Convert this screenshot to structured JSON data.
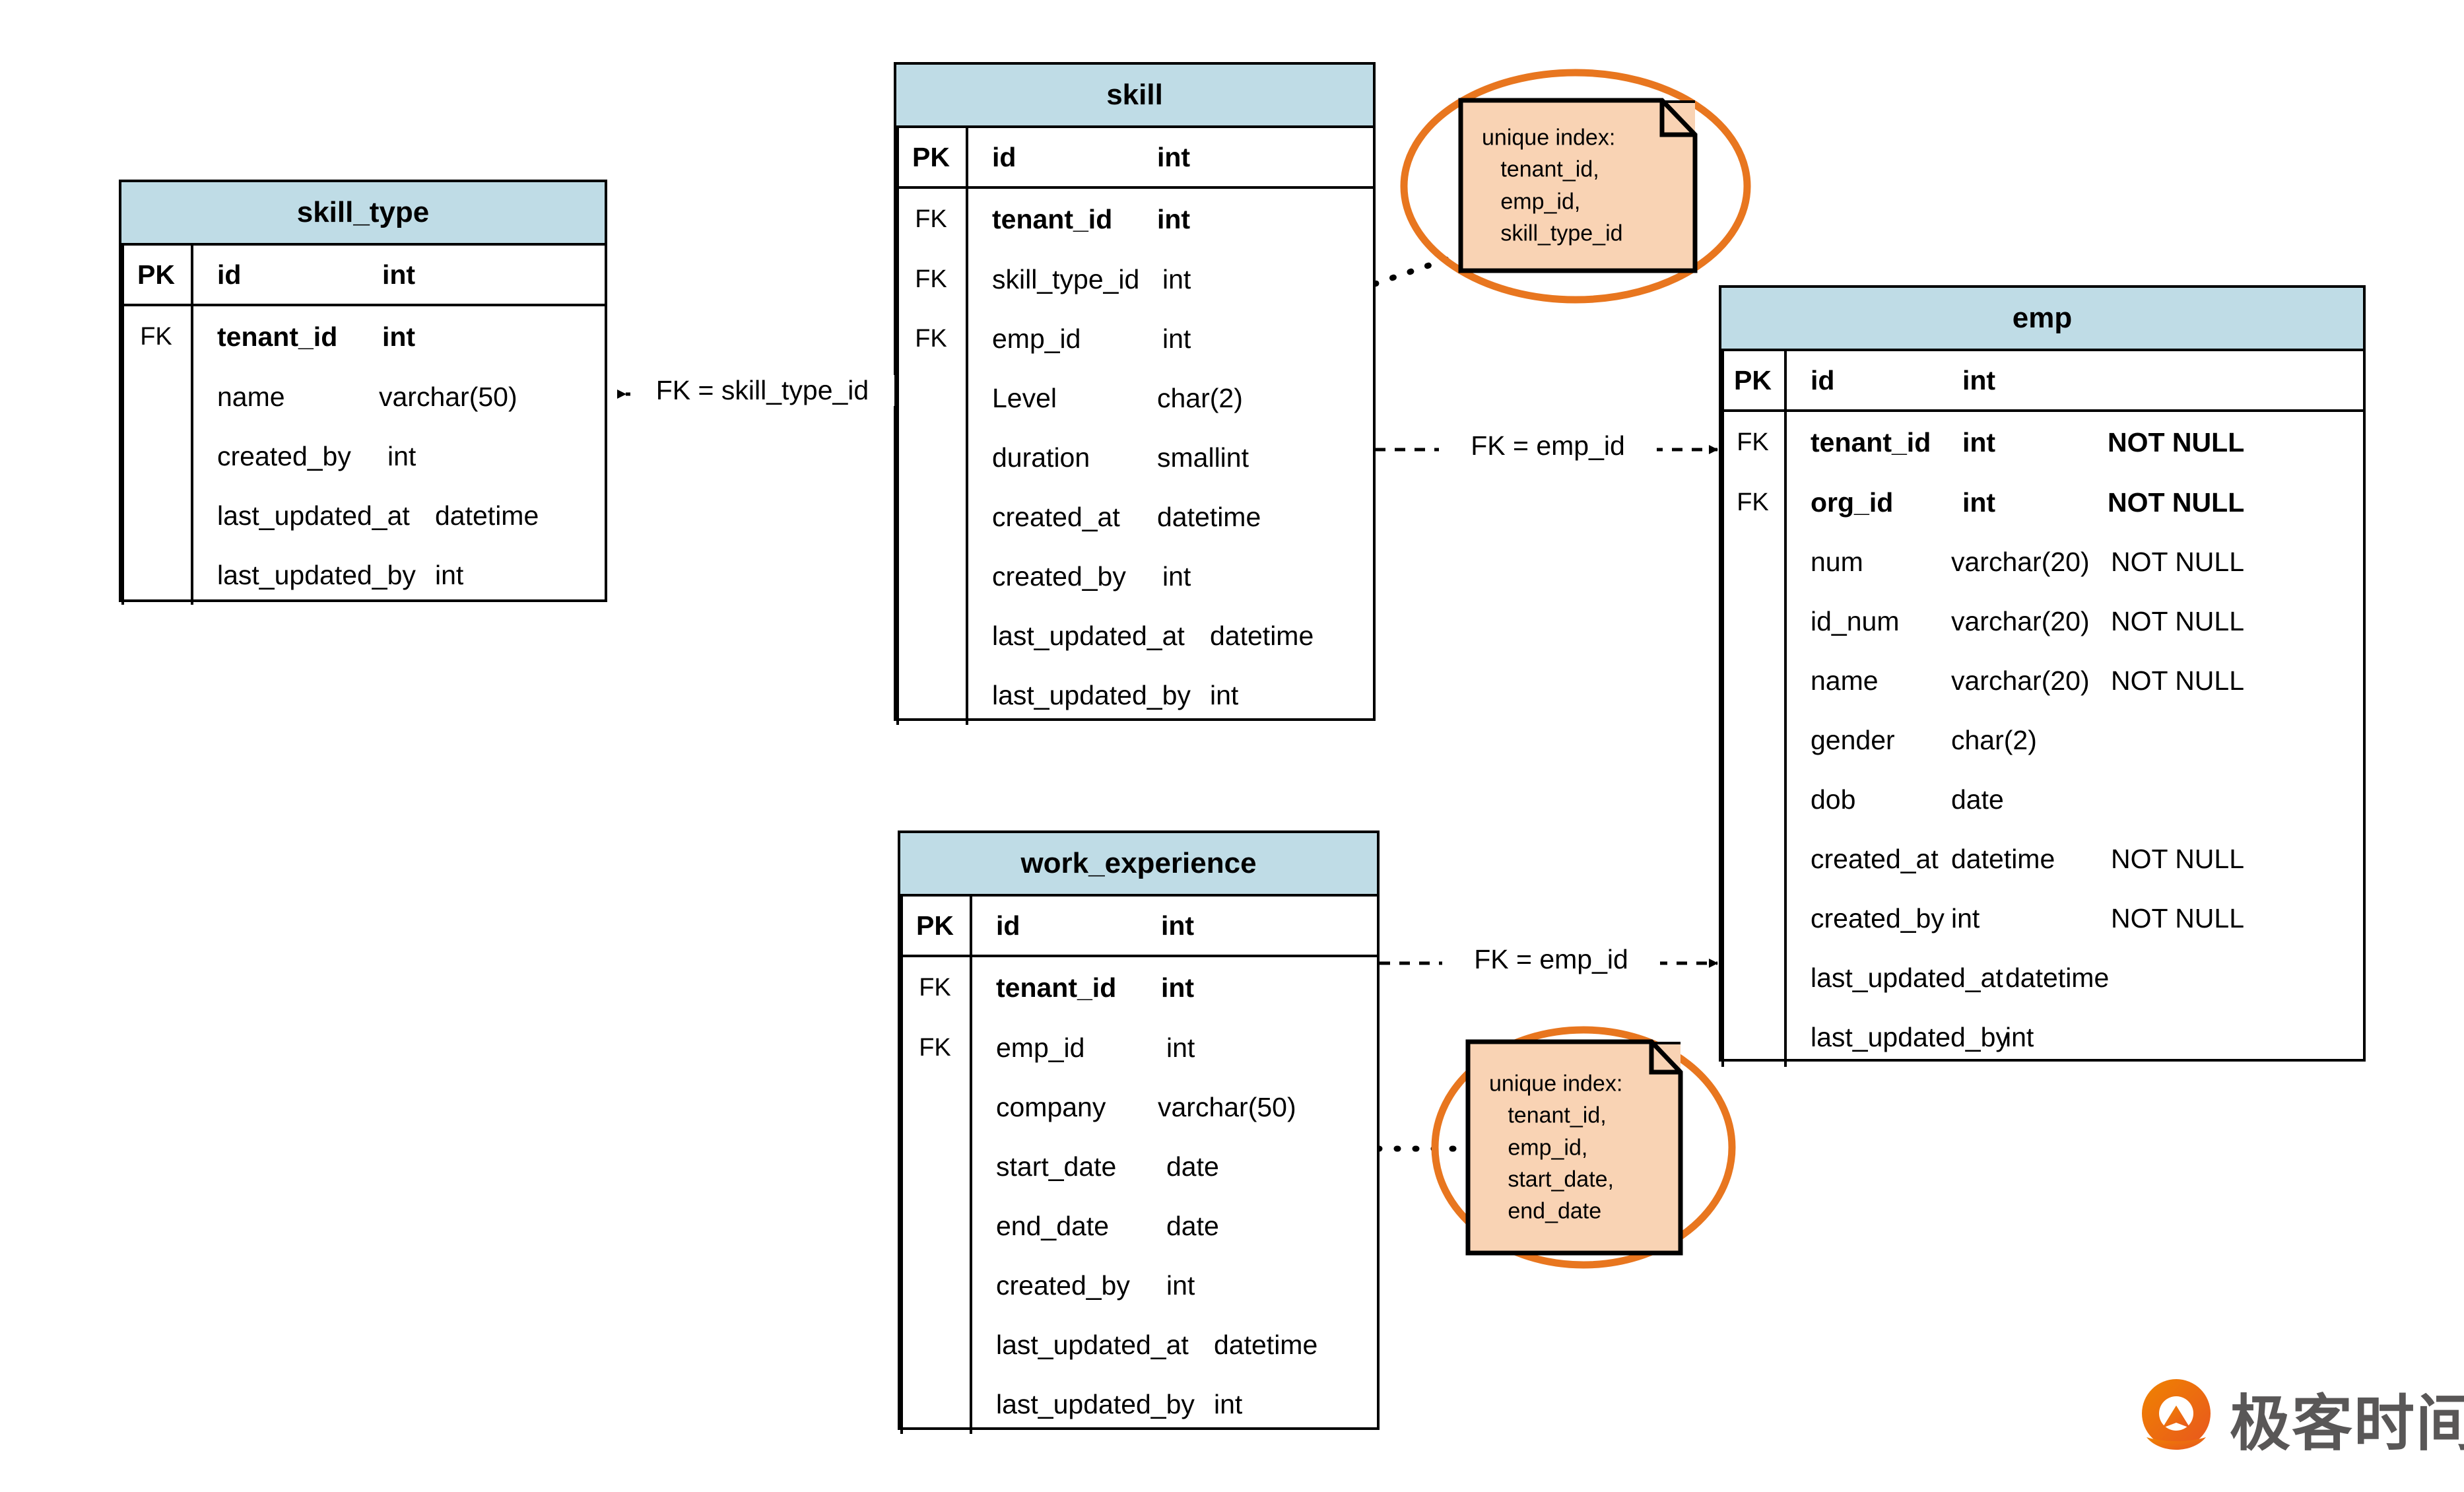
{
  "diagram": {
    "type": "entity-relationship-diagram",
    "colors": {
      "entity_header": "#bfdce6",
      "note_fill": "#f9d3b4",
      "annotation_stroke": "#e8761f",
      "line": "#000000",
      "logo_orange": "#ec6c1f",
      "logo_text": "#595757"
    },
    "key_labels": {
      "pk": "PK",
      "fk": "FK"
    }
  },
  "entities": [
    {
      "id": "skill_type",
      "title": "skill_type",
      "pk_row": {
        "key": "PK",
        "name": "id",
        "type": "int",
        "nullability": ""
      },
      "rows": [
        {
          "key": "FK",
          "name": "tenant_id",
          "type": "int",
          "nullability": ""
        },
        {
          "key": "",
          "name": "name",
          "type": "varchar(50)",
          "nullability": ""
        },
        {
          "key": "",
          "name": "created_by",
          "type": "int",
          "nullability": ""
        },
        {
          "key": "",
          "name": "last_updated_at",
          "type": "datetime",
          "nullability": ""
        },
        {
          "key": "",
          "name": "last_updated_by",
          "type": "int",
          "nullability": ""
        }
      ]
    },
    {
      "id": "skill",
      "title": "skill",
      "pk_row": {
        "key": "PK",
        "name": "id",
        "type": "int",
        "nullability": ""
      },
      "rows": [
        {
          "key": "FK",
          "name": "tenant_id",
          "type": "int",
          "nullability": ""
        },
        {
          "key": "FK",
          "name": "skill_type_id",
          "type": "int",
          "nullability": ""
        },
        {
          "key": "FK",
          "name": "emp_id",
          "type": "int",
          "nullability": ""
        },
        {
          "key": "",
          "name": "Level",
          "type": "char(2)",
          "nullability": ""
        },
        {
          "key": "",
          "name": "duration",
          "type": "smallint",
          "nullability": ""
        },
        {
          "key": "",
          "name": "created_at",
          "type": "datetime",
          "nullability": ""
        },
        {
          "key": "",
          "name": "created_by",
          "type": "int",
          "nullability": ""
        },
        {
          "key": "",
          "name": "last_updated_at",
          "type": "datetime",
          "nullability": ""
        },
        {
          "key": "",
          "name": "last_updated_by",
          "type": "int",
          "nullability": ""
        }
      ]
    },
    {
      "id": "work_experience",
      "title": "work_experience",
      "pk_row": {
        "key": "PK",
        "name": "id",
        "type": "int",
        "nullability": ""
      },
      "rows": [
        {
          "key": "FK",
          "name": "tenant_id",
          "type": "int",
          "nullability": ""
        },
        {
          "key": "FK",
          "name": "emp_id",
          "type": "int",
          "nullability": ""
        },
        {
          "key": "",
          "name": "company",
          "type": "varchar(50)",
          "nullability": ""
        },
        {
          "key": "",
          "name": "start_date",
          "type": "date",
          "nullability": ""
        },
        {
          "key": "",
          "name": "end_date",
          "type": "date",
          "nullability": ""
        },
        {
          "key": "",
          "name": "created_by",
          "type": "int",
          "nullability": ""
        },
        {
          "key": "",
          "name": "last_updated_at",
          "type": "datetime",
          "nullability": ""
        },
        {
          "key": "",
          "name": "last_updated_by",
          "type": "int",
          "nullability": ""
        }
      ]
    },
    {
      "id": "emp",
      "title": "emp",
      "pk_row": {
        "key": "PK",
        "name": "id",
        "type": "int",
        "nullability": ""
      },
      "rows": [
        {
          "key": "FK",
          "name": "tenant_id",
          "type": "int",
          "nullability": "NOT NULL"
        },
        {
          "key": "FK",
          "name": "org_id",
          "type": "int",
          "nullability": "NOT NULL"
        },
        {
          "key": "",
          "name": "num",
          "type": "varchar(20)",
          "nullability": "NOT NULL"
        },
        {
          "key": "",
          "name": "id_num",
          "type": "varchar(20)",
          "nullability": "NOT NULL"
        },
        {
          "key": "",
          "name": "name",
          "type": "varchar(20)",
          "nullability": "NOT NULL"
        },
        {
          "key": "",
          "name": "gender",
          "type": "char(2)",
          "nullability": ""
        },
        {
          "key": "",
          "name": "dob",
          "type": "date",
          "nullability": ""
        },
        {
          "key": "",
          "name": "created_at",
          "type": "datetime",
          "nullability": "NOT NULL"
        },
        {
          "key": "",
          "name": "created_by",
          "type": "int",
          "nullability": "NOT NULL"
        },
        {
          "key": "",
          "name": "last_updated_at",
          "type": "datetime",
          "nullability": ""
        },
        {
          "key": "",
          "name": "last_updated_by",
          "type": "int",
          "nullability": ""
        }
      ]
    }
  ],
  "relationships": [
    {
      "id": "skill-to-skill_type",
      "label": "FK = skill_type_id",
      "from": "skill",
      "to": "skill_type",
      "direction": "left"
    },
    {
      "id": "skill-to-emp",
      "label": "FK = emp_id",
      "from": "skill",
      "to": "emp",
      "direction": "right"
    },
    {
      "id": "work_experience-to-emp",
      "label": "FK = emp_id",
      "from": "work_experience",
      "to": "emp",
      "direction": "right"
    }
  ],
  "notes": [
    {
      "id": "skill-unique-index",
      "attached_to": "skill",
      "lines": [
        "unique index:",
        "   tenant_id,",
        "   emp_id,",
        "   skill_type_id"
      ],
      "text": "unique index:\n   tenant_id,\n   emp_id,\n   skill_type_id"
    },
    {
      "id": "work-experience-unique-index",
      "attached_to": "work_experience",
      "lines": [
        "unique index:",
        "   tenant_id,",
        "   emp_id,",
        "   start_date,",
        "   end_date"
      ],
      "text": "unique index:\n   tenant_id,\n   emp_id,\n   start_date,\n   end_date"
    }
  ],
  "logo": {
    "text": "极客时间",
    "icon": "geektime-logo-icon"
  }
}
